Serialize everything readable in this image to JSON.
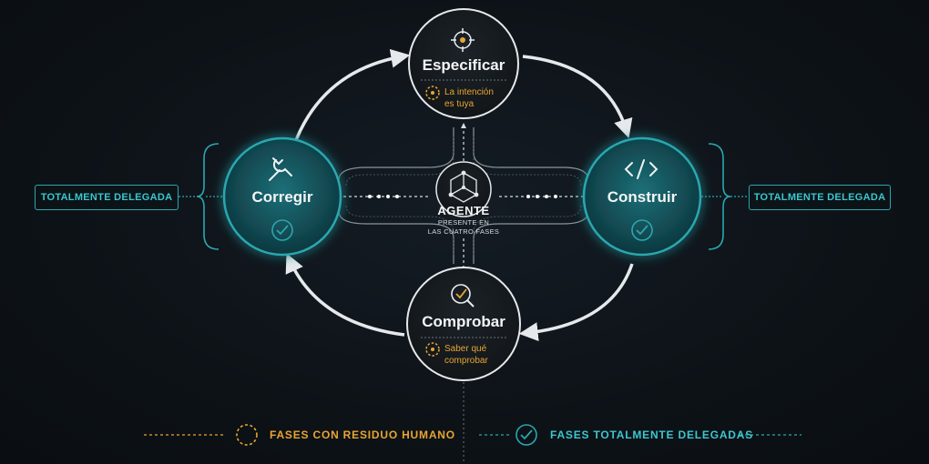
{
  "nodes": {
    "especificar": {
      "title": "Especificar",
      "note_line1": "La intención",
      "note_line2": "es tuya",
      "icon": "target-icon"
    },
    "construir": {
      "title": "Construir",
      "icon": "code-icon",
      "status_icon": "check-circle-icon"
    },
    "comprobar": {
      "title": "Comprobar",
      "note_line1": "Saber qué",
      "note_line2": "comprobar",
      "icon": "magnifier-check-icon"
    },
    "corregir": {
      "title": "Corregir",
      "icon": "wrench-icon",
      "status_icon": "check-circle-icon"
    }
  },
  "agent": {
    "title": "AGENTE",
    "sub_line1": "PRESENTE EN",
    "sub_line2": "LAS CUATRO FASES",
    "icon": "network-cube-icon"
  },
  "side_tags": {
    "left": "TOTALMENTE DELEGADA",
    "right": "TOTALMENTE DELEGADA"
  },
  "legend": {
    "human": "FASES CON RESIDUO HUMANO",
    "delegated": "FASES TOTALMENTE DELEGADAS"
  },
  "colors": {
    "accent_teal": "#2aa7b0",
    "accent_orange": "#e8a531",
    "background": "#0d1217"
  }
}
